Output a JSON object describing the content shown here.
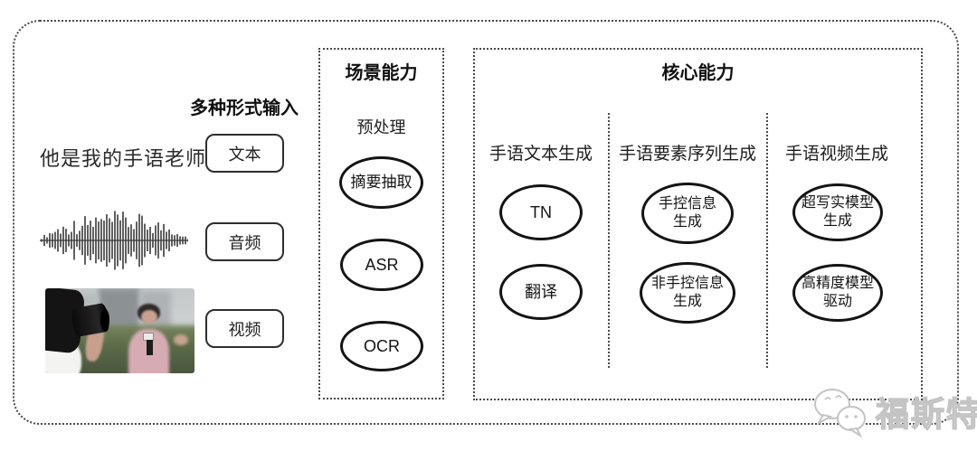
{
  "input_section": {
    "label": "多种形式输入",
    "text_example": "他是我的手语老师",
    "items": [
      {
        "label": "文本"
      },
      {
        "label": "音频"
      },
      {
        "label": "视频"
      }
    ],
    "media_icons": [
      "audio-waveform-icon",
      "news-interview-photo"
    ]
  },
  "scene_box": {
    "title": "场景能力",
    "subtitle": "预处理",
    "nodes": [
      {
        "lines": [
          "摘要抽取"
        ]
      },
      {
        "lines": [
          "ASR"
        ]
      },
      {
        "lines": [
          "OCR"
        ]
      }
    ]
  },
  "core_box": {
    "title": "核心能力",
    "columns": [
      {
        "header": "手语文本生成",
        "nodes": [
          {
            "lines": [
              "TN"
            ]
          },
          {
            "lines": [
              "翻译"
            ]
          }
        ]
      },
      {
        "header": "手语要素序列生成",
        "nodes": [
          {
            "lines": [
              "手控信息",
              "生成"
            ]
          },
          {
            "lines": [
              "非手控信息",
              "生成"
            ]
          }
        ]
      },
      {
        "header": "手语视频生成",
        "nodes": [
          {
            "lines": [
              "超写实模型",
              "生成"
            ]
          },
          {
            "lines": [
              "高精度模型",
              "驱动"
            ]
          }
        ]
      }
    ]
  },
  "watermark": {
    "text": "福斯特",
    "logo_icon": "wechat-chat-bubbles-icon"
  },
  "colors": {
    "border_dots": "#4a4a4a",
    "node_stroke": "#141414",
    "text": "#1f1f1f",
    "watermark_gray": "#c4c4c4"
  }
}
